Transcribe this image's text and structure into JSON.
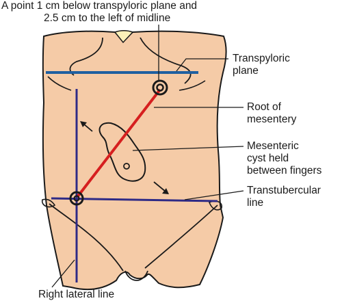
{
  "labels": {
    "top_line1": "A point 1 cm below transpyloric plane and",
    "top_line2": "2.5 cm to the left of midline",
    "transpyloric_line1": "Transpyloric",
    "transpyloric_line2": "plane",
    "root_line1": "Root of",
    "root_line2": "mesentery",
    "cyst_line1": "Mesenteric",
    "cyst_line2": "cyst held",
    "cyst_line3": "between fingers",
    "transtubercular_line1": "Transtubercular",
    "transtubercular_line2": "line",
    "right_lateral": "Right lateral line"
  },
  "colors": {
    "skin": "#f5cba7",
    "outline": "#1a1a1a",
    "transpyloric_plane": "#1f5fa0",
    "transtubercular_line": "#2e2a86",
    "lateral_line": "#2e2a86",
    "root_of_mesentery": "#d61f1f",
    "navel_notch": "#fbf0b8"
  }
}
